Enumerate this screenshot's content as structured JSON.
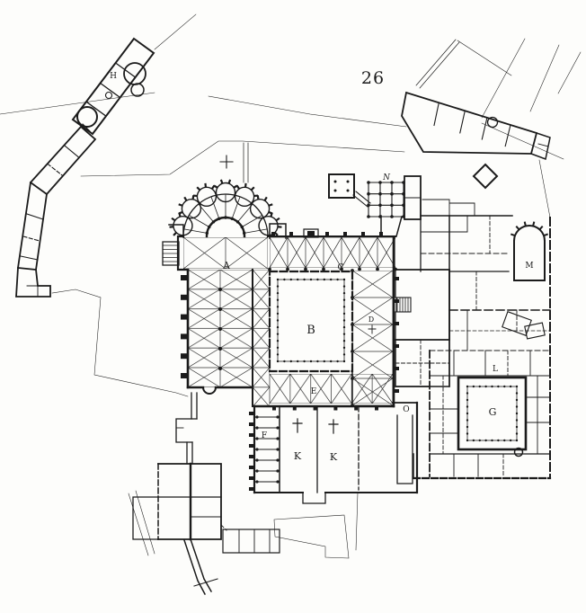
{
  "plate": {
    "number": "26"
  },
  "palette": {
    "ink": "#1b1b1b",
    "paper": "#fdfdfb"
  },
  "plan_labels": {
    "H": "H",
    "A": "A",
    "C": "C",
    "B": "B",
    "D": "D",
    "E": "E",
    "F": "F",
    "K1": "K",
    "K2": "K",
    "O": "O",
    "G": "G",
    "L": "L",
    "M": "M",
    "N": "N"
  },
  "markers": {
    "latin_cross_symbol": "†",
    "boundary_cross_symbol": "+",
    "latin_cross_locations": [
      "room-K-west",
      "room-K-east",
      "cloister-east-walk"
    ],
    "boundary_cross_location": "field-north-of-apse"
  }
}
